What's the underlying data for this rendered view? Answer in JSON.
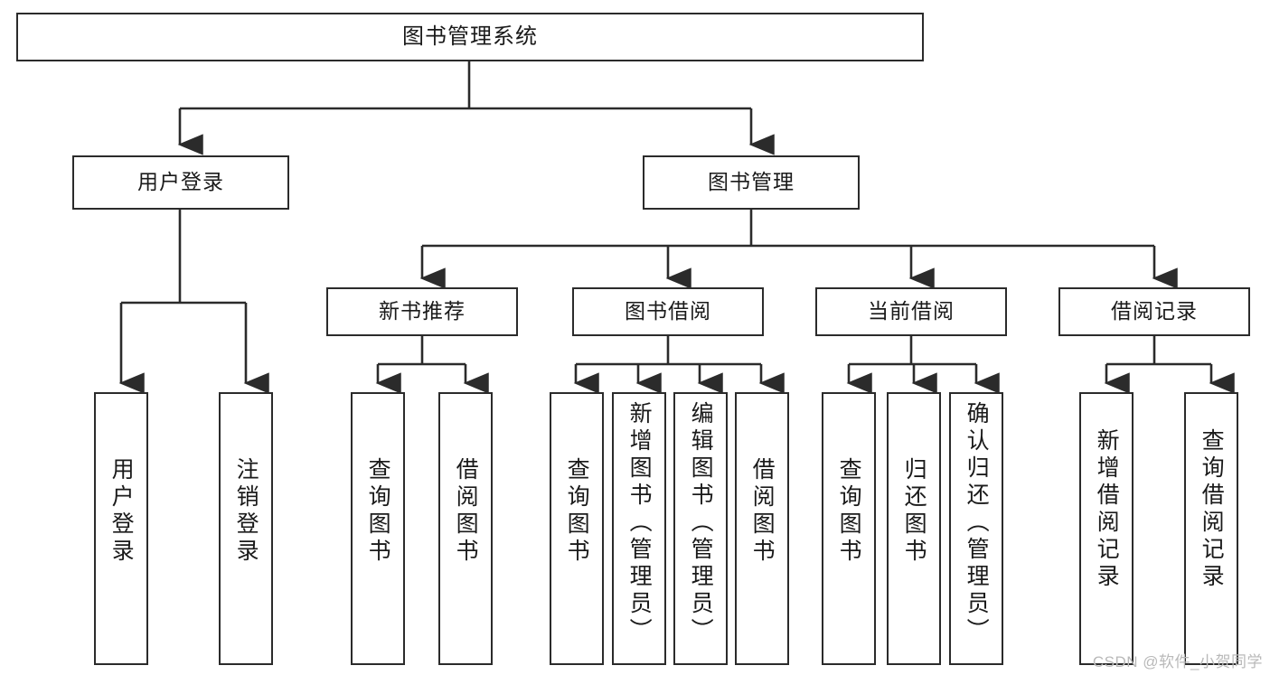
{
  "diagram": {
    "title": "图书管理系统",
    "type": "tree-hierarchy-chart",
    "root": {
      "id": "root",
      "label": "图书管理系统"
    },
    "level2": [
      {
        "id": "user-login",
        "label": "用户登录"
      },
      {
        "id": "book-management",
        "label": "图书管理"
      }
    ],
    "level3": [
      {
        "id": "new-book-recommend",
        "label": "新书推荐"
      },
      {
        "id": "book-borrow",
        "label": "图书借阅"
      },
      {
        "id": "current-borrow",
        "label": "当前借阅"
      },
      {
        "id": "borrow-record",
        "label": "借阅记录"
      }
    ],
    "leaves": {
      "user_login": [
        {
          "id": "leaf-user-login",
          "label": "用户登录"
        },
        {
          "id": "leaf-logout",
          "label": "注销登录"
        }
      ],
      "new_book_recommend": [
        {
          "id": "leaf-query-book-1",
          "label": "查询图书"
        },
        {
          "id": "leaf-borrow-book-1",
          "label": "借阅图书"
        }
      ],
      "book_borrow": [
        {
          "id": "leaf-query-book-2",
          "label": "查询图书"
        },
        {
          "id": "leaf-add-book",
          "label": "新增图书（管理员）"
        },
        {
          "id": "leaf-edit-book",
          "label": "编辑图书（管理员）"
        },
        {
          "id": "leaf-borrow-book-2",
          "label": "借阅图书"
        }
      ],
      "current_borrow": [
        {
          "id": "leaf-query-book-3",
          "label": "查询图书"
        },
        {
          "id": "leaf-return-book",
          "label": "归还图书"
        },
        {
          "id": "leaf-confirm-return",
          "label": "确认归还（管理员）"
        }
      ],
      "borrow_record": [
        {
          "id": "leaf-add-record",
          "label": "新增借阅记录"
        },
        {
          "id": "leaf-query-record",
          "label": "查询借阅记录"
        }
      ]
    }
  },
  "watermark": {
    "text": "CSDN @软件_小贺同学"
  },
  "colors": {
    "stroke": "#2b2b2b",
    "fill": "#ffffff",
    "text": "#1a1a1a",
    "watermark": "#b9b9b9"
  }
}
